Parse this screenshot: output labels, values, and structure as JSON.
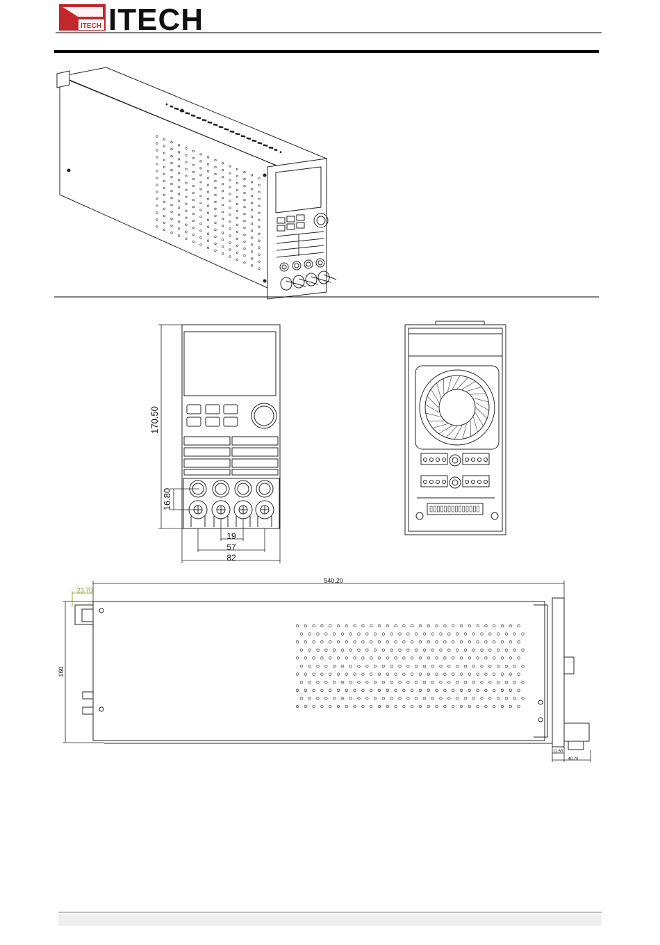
{
  "brand": {
    "name": "ITECH",
    "logo_small_text": "ITECH",
    "colors": {
      "logo_red": "#c1272d",
      "text": "#111111",
      "rule": "#000000",
      "dim_green": "#7a9a00"
    }
  },
  "footer": {
    "bar_color": "#efefef"
  },
  "drawing": {
    "front_view": {
      "height_label": "170.50",
      "terminal_height_label": "16.80",
      "spacing_small": "19",
      "spacing_mid": "57",
      "width_label": "82"
    },
    "side_view": {
      "length_label": "540.20",
      "offset_label": "23.70",
      "height_label": "160",
      "rear_small_label": "11.60",
      "rear_depth_label": "40.70"
    }
  }
}
